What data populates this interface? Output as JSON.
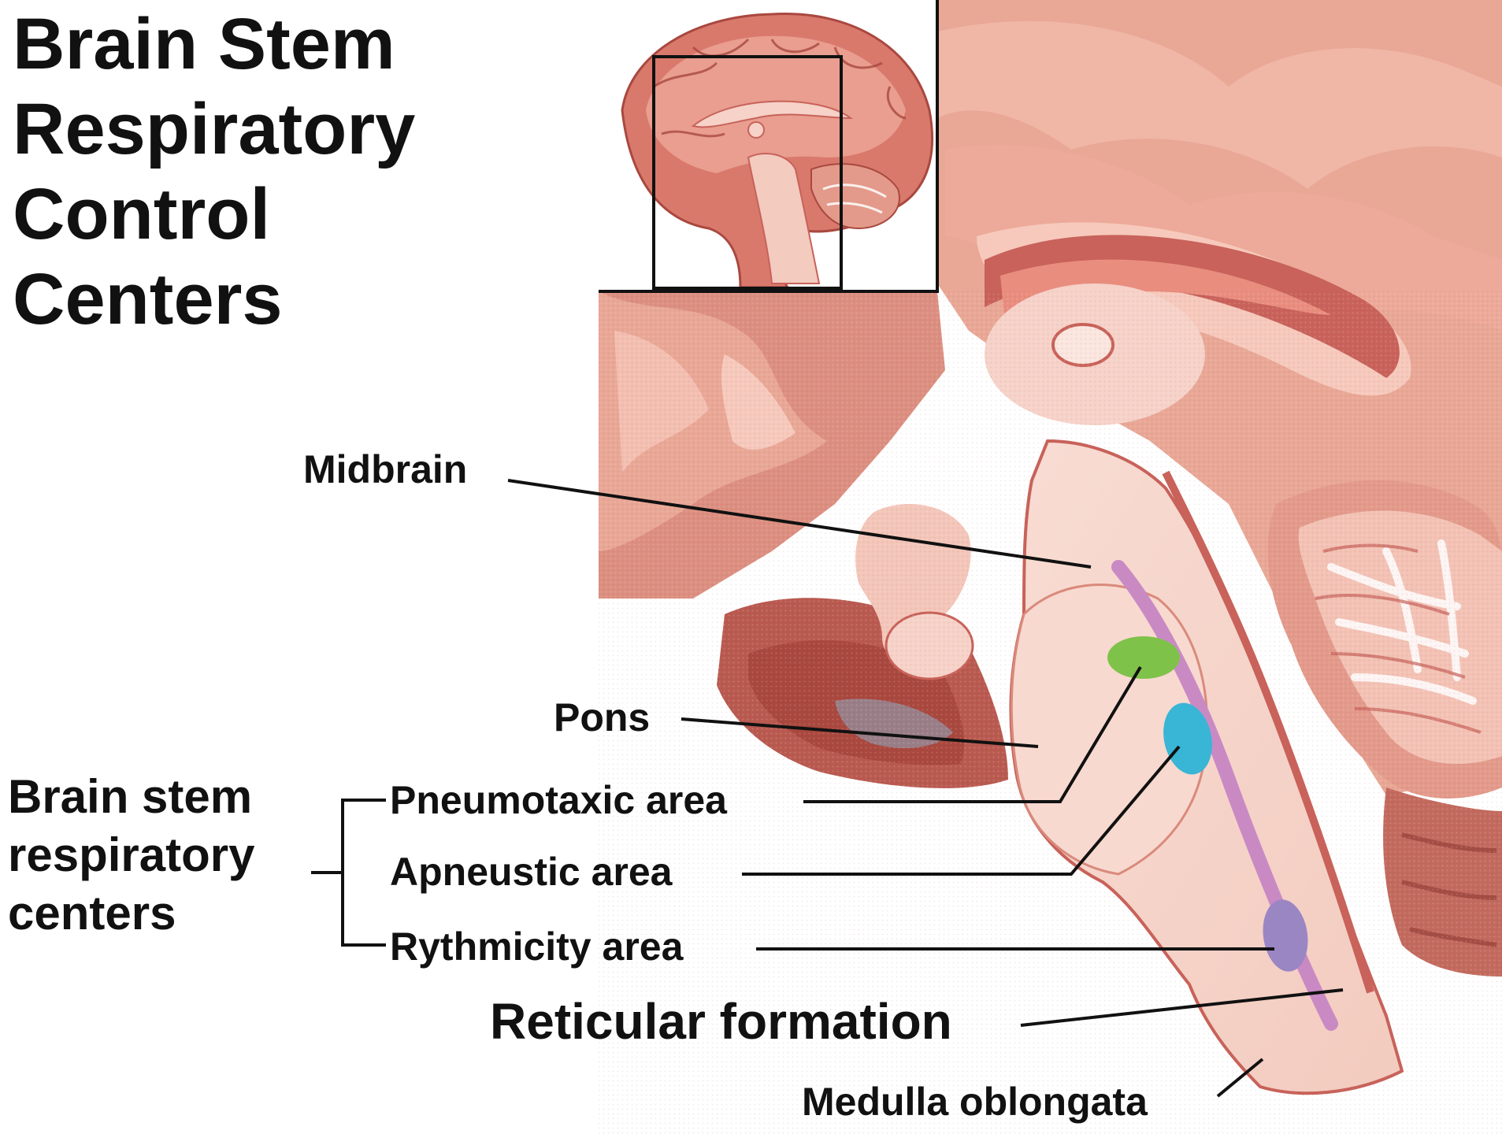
{
  "diagram": {
    "title_lines": [
      "Brain Stem",
      "Respiratory",
      "Control",
      "Centers"
    ],
    "group_label_lines": [
      "Brain stem",
      "respiratory",
      "centers"
    ],
    "labels": {
      "midbrain": "Midbrain",
      "pons": "Pons",
      "pneumotaxic": "Pneumotaxic area",
      "apneustic": "Apneustic area",
      "rhythmicity": "Rythmicity area",
      "reticular": "Reticular formation",
      "medulla": "Medulla oblongata"
    },
    "colors": {
      "background": "#ffffff",
      "tissue_light": "#f6d2c8",
      "tissue_mid": "#e9a796",
      "tissue_dark": "#c8625a",
      "tissue_deep": "#a9483f",
      "pneumotaxic_area": "#7fc24a",
      "apneustic_area": "#39b5d6",
      "rhythmicity_area": "#9b86c4",
      "reticular_formation": "#c98ac4",
      "leader_lines": "#111111"
    }
  }
}
